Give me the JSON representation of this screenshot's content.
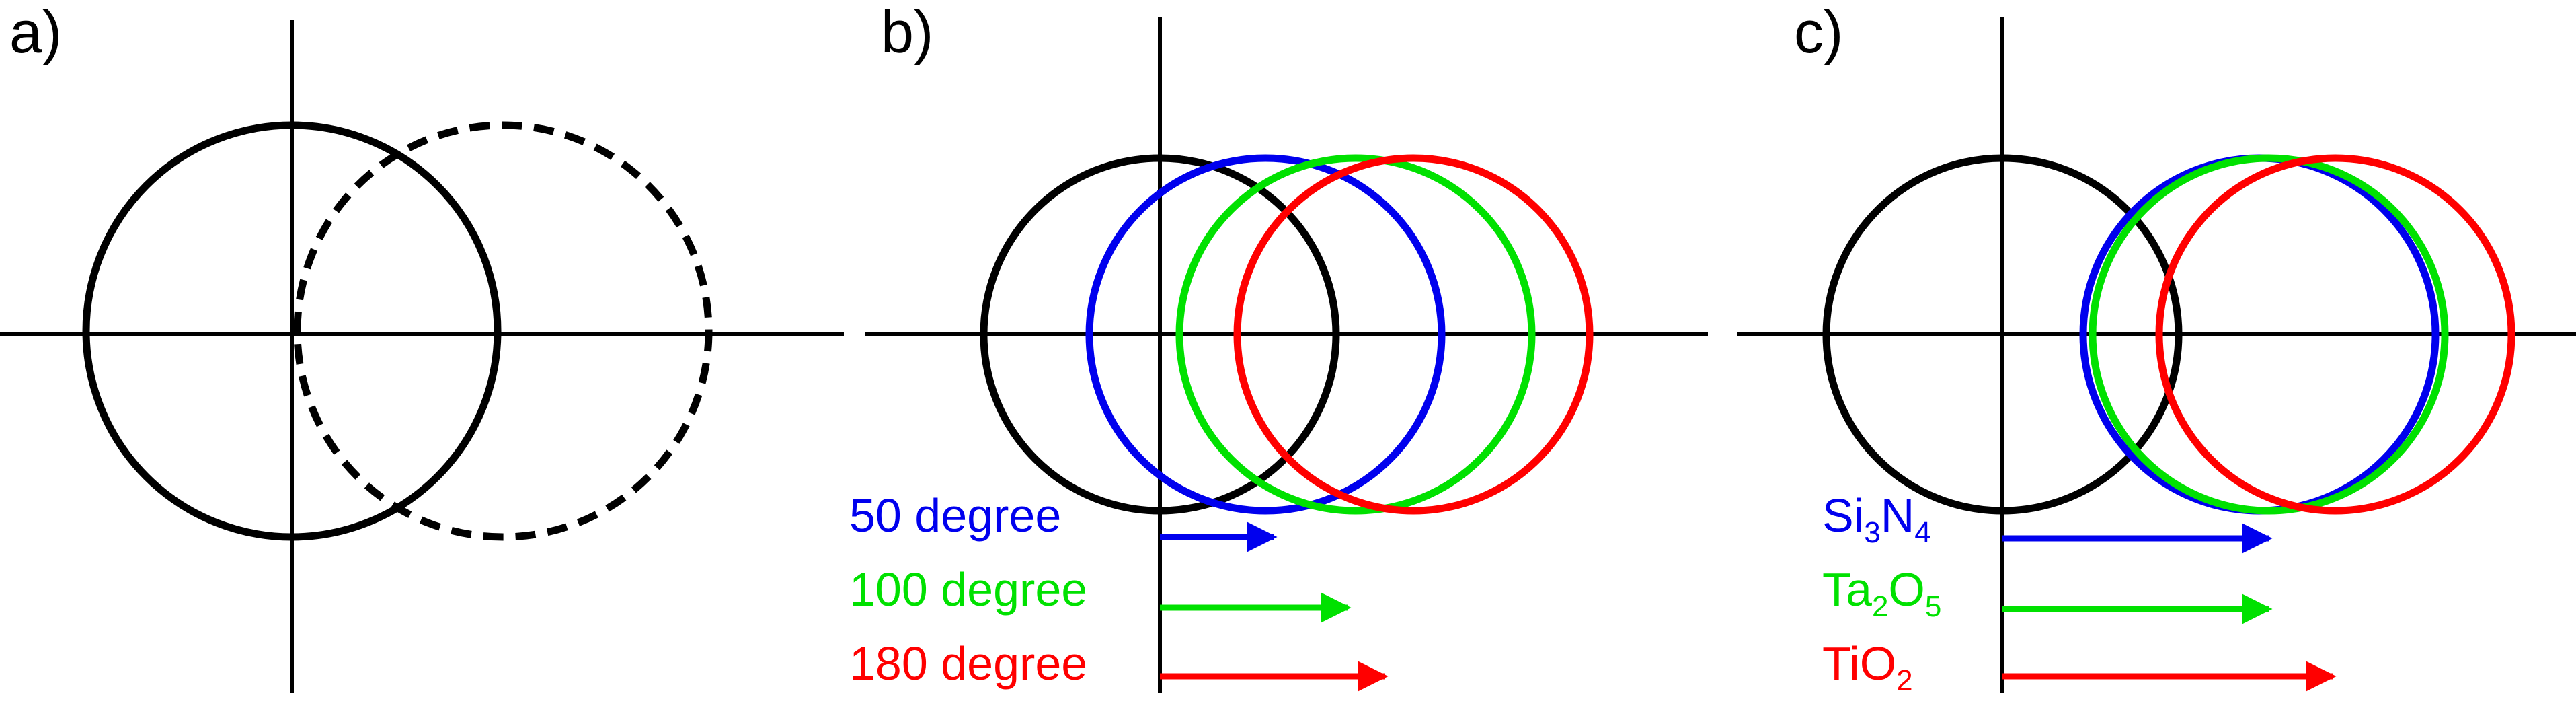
{
  "colors": {
    "black": "#000000",
    "blue": "#0000ee",
    "green": "#00e100",
    "red": "#ff0000"
  },
  "panels": [
    {
      "id": "a",
      "label": "a)",
      "circles": [
        {
          "role": "reference-circle",
          "color": "black",
          "style": "solid"
        },
        {
          "role": "shifted-circle",
          "color": "black",
          "style": "dashed"
        }
      ],
      "legend": []
    },
    {
      "id": "b",
      "label": "b)",
      "legend": [
        {
          "text": "50 degree",
          "color": "blue"
        },
        {
          "text": "100 degree",
          "color": "green"
        },
        {
          "text": "180 degree",
          "color": "red"
        }
      ]
    },
    {
      "id": "c",
      "label": "c)",
      "legend": [
        {
          "parts": [
            [
              "Si",
              ""
            ],
            [
              "3",
              "sub"
            ],
            [
              "N",
              ""
            ],
            [
              "4",
              "sub"
            ]
          ],
          "color": "blue",
          "text": "Si3N4"
        },
        {
          "parts": [
            [
              "Ta",
              ""
            ],
            [
              "2",
              "sub"
            ],
            [
              "O",
              ""
            ],
            [
              "5",
              "sub"
            ]
          ],
          "color": "green",
          "text": "Ta2O5"
        },
        {
          "parts": [
            [
              "TiO",
              ""
            ],
            [
              "2",
              "sub"
            ]
          ],
          "color": "red",
          "text": "TiO2"
        }
      ]
    }
  ]
}
